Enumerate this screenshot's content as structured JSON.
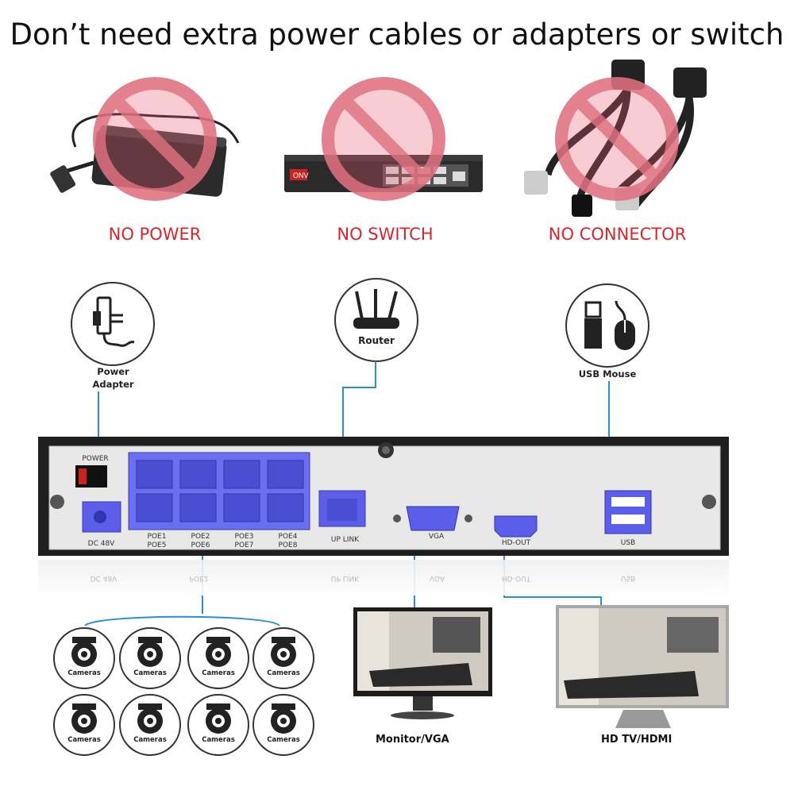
{
  "headline": "Don’t need extra power cables or adapters or switch",
  "no_items": [
    {
      "label": "NO POWER",
      "icon": "power-adapter-image"
    },
    {
      "label": "NO SWITCH",
      "icon": "network-switch-image"
    },
    {
      "label": "NO CONNECTOR",
      "icon": "poe-splitter-cable-image"
    }
  ],
  "switch_brand": "ONV",
  "accessories": {
    "power_adapter": "Power\nAdapter",
    "router": "Router",
    "usb_mouse": "USB Mouse"
  },
  "nvr_panel": {
    "power_label": "POWER",
    "dc_label": "DC 48V",
    "poe_labels": [
      {
        "top": "POE1",
        "bottom": "POE5"
      },
      {
        "top": "POE2",
        "bottom": "POE6"
      },
      {
        "top": "POE3",
        "bottom": "POE7"
      },
      {
        "top": "POE4",
        "bottom": "POE8"
      }
    ],
    "uplink_label": "UP LINK",
    "vga_label": "VGA",
    "hdout_label": "HD-OUT",
    "usb_label": "USB",
    "reflection_labels": [
      "DC 48V",
      "POE2",
      "UP LINK",
      "VGA",
      "HD-OUT",
      "USB"
    ]
  },
  "cameras": [
    "Cameras",
    "Cameras",
    "Cameras",
    "Cameras",
    "Cameras",
    "Cameras",
    "Cameras",
    "Cameras"
  ],
  "displays": {
    "monitor_label": "Monitor/VGA",
    "tv_label": "HD TV/HDMI"
  },
  "colors": {
    "no_red": "#d8262b",
    "port_blue": "#5a5ee8",
    "line_blue": "#2a8fd6",
    "panel_gray": "#e8e8e8"
  }
}
